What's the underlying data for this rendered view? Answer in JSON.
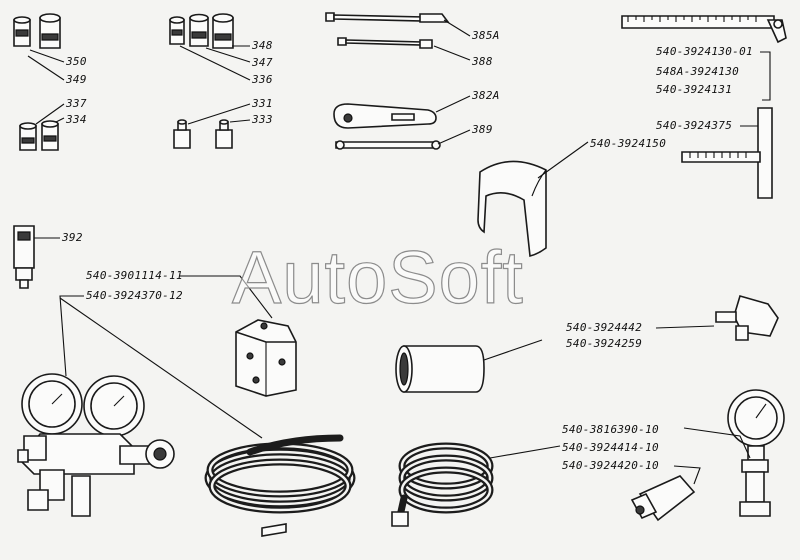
{
  "watermark": "AutoSoft",
  "labels": {
    "l350": "350",
    "l349": "349",
    "l337": "337",
    "l334": "334",
    "l348": "348",
    "l347": "347",
    "l336": "336",
    "l331": "331",
    "l333": "333",
    "l385A": "385A",
    "l388": "388",
    "l382A": "382A",
    "l389": "389",
    "l540_3924130_01": "540-3924130-01",
    "l548A_3924130": "548A-3924130",
    "l540_3924131": "540-3924131",
    "l540_3924375": "540-3924375",
    "l540_3924150": "540-3924150",
    "l392": "392",
    "l540_3901114_11": "540-3901114-11",
    "l540_3924370_12": "540-3924370-12",
    "l540_3924442": "540-3924442",
    "l540_3924259": "540-3924259",
    "l540_3816390_10": "540-3816390-10",
    "l540_3924414_10": "540-3924414-10",
    "l540_3924420_10": "540-3924420-10"
  }
}
